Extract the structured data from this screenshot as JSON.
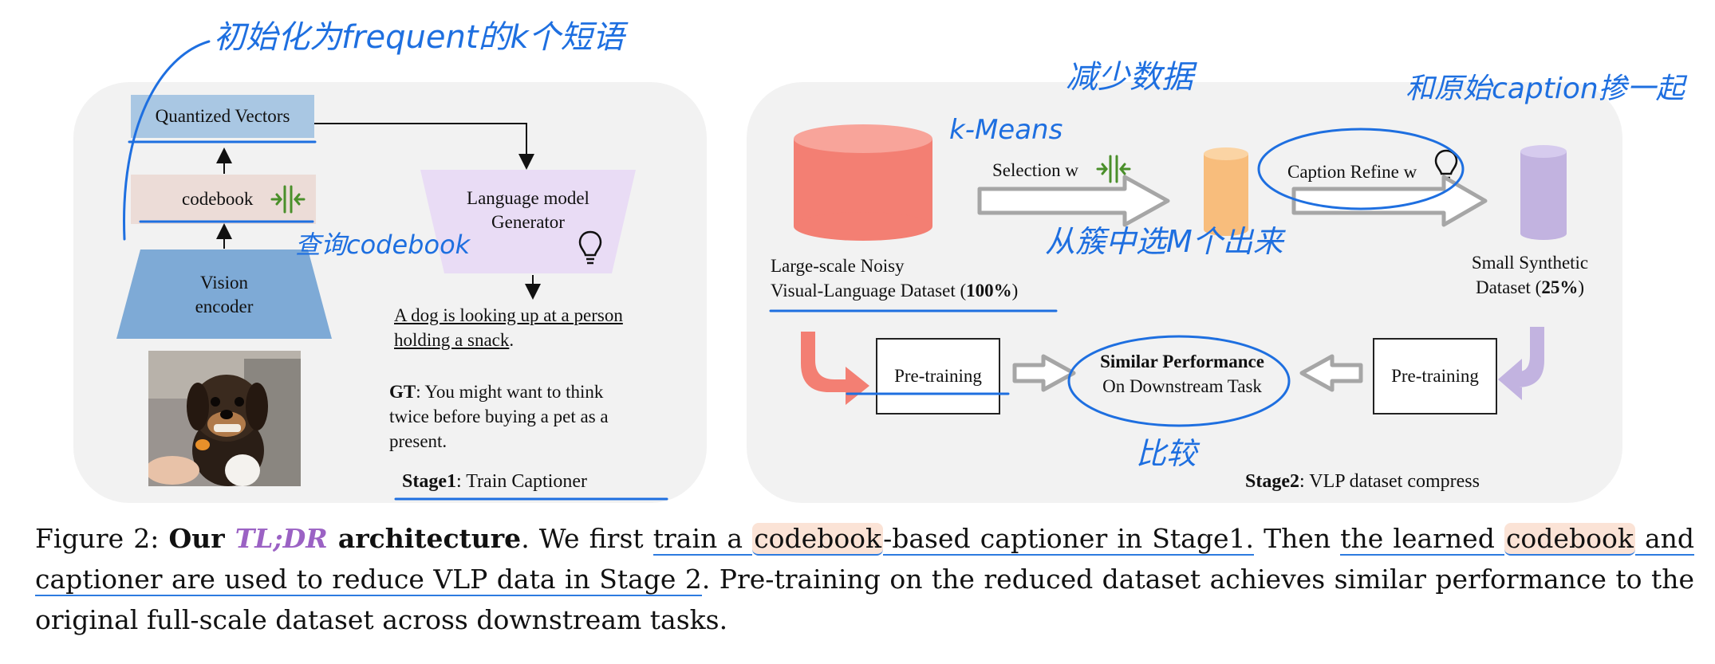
{
  "stage1": {
    "quantized_vectors": "Quantized Vectors",
    "codebook": "codebook",
    "vision_encoder_line1": "Vision",
    "vision_encoder_line2": "encoder",
    "lm_line1": "Language model",
    "lm_line2": "Generator",
    "generated_caption_line1": "A dog is looking up at a person",
    "generated_caption_line2": "holding a snack",
    "generated_caption_end": ".",
    "gt_label": "GT",
    "gt_text_line1": ": You might want to think",
    "gt_text_line2": "twice before buying a pet as a",
    "gt_text_line3": "present.",
    "stage_label_bold": "Stage1",
    "stage_label_rest": ": Train Captioner"
  },
  "stage2": {
    "large_dataset_line1": "Large-scale Noisy",
    "large_dataset_line2": "Visual-Language Dataset (",
    "large_dataset_pct": "100%",
    "large_dataset_close": ")",
    "selection": "Selection w",
    "caption_refine": "Caption Refine w",
    "small_dataset_line1": "Small Synthetic",
    "small_dataset_line2": "Dataset (",
    "small_dataset_pct": "25%",
    "small_dataset_close": ")",
    "pretraining_left": "Pre-training",
    "pretraining_right": "Pre-training",
    "similar_line1": "Similar Performance",
    "similar_line2": "On Downstream Task",
    "stage_label_bold": "Stage2",
    "stage_label_rest": ": VLP dataset compress"
  },
  "handwritten": {
    "top_note": "初始化为frequent的k个短语",
    "kmeans": "k-Means",
    "reduce_data": "减少数据",
    "mix_caption": "和原始caption掺一起",
    "query_codebook": "查询codebook",
    "select_m": "从簇中选M个出来",
    "compare": "比较"
  },
  "caption": {
    "figure_label": "Figure 2: ",
    "our": "Our ",
    "tldr": "TL;DR",
    "architecture": " architecture",
    "period1": ".  We first ",
    "train_a": "train a ",
    "codebook1": "codebook",
    "based_captioner": "-based captioner in Stage1.",
    "then": "  Then ",
    "the_learned": "the learned ",
    "codebook2": "codebook",
    "and": " and",
    "captioner_used": "captioner are used to reduce VLP data in Stage 2",
    "rest": ".  Pre-training on the reduced dataset achieves similar performance to the original full-scale dataset across downstream tasks."
  },
  "colors": {
    "panel_bg": "#f2f2f2",
    "quantized_fill": "#a9c7e3",
    "codebook_fill": "#ecdcd7",
    "vision_fill": "#7eaad6",
    "lm_fill": "#e9dcf5",
    "red_cylinder": "#f37f73",
    "orange_cylinder": "#f8bd7c",
    "purple_cylinder": "#c2b3e0",
    "annotation_blue": "#1e6fe0",
    "icon_green": "#4a8f2a"
  },
  "icons": {
    "compress": "compress-arrows-icon",
    "bulb": "lightbulb-icon"
  }
}
